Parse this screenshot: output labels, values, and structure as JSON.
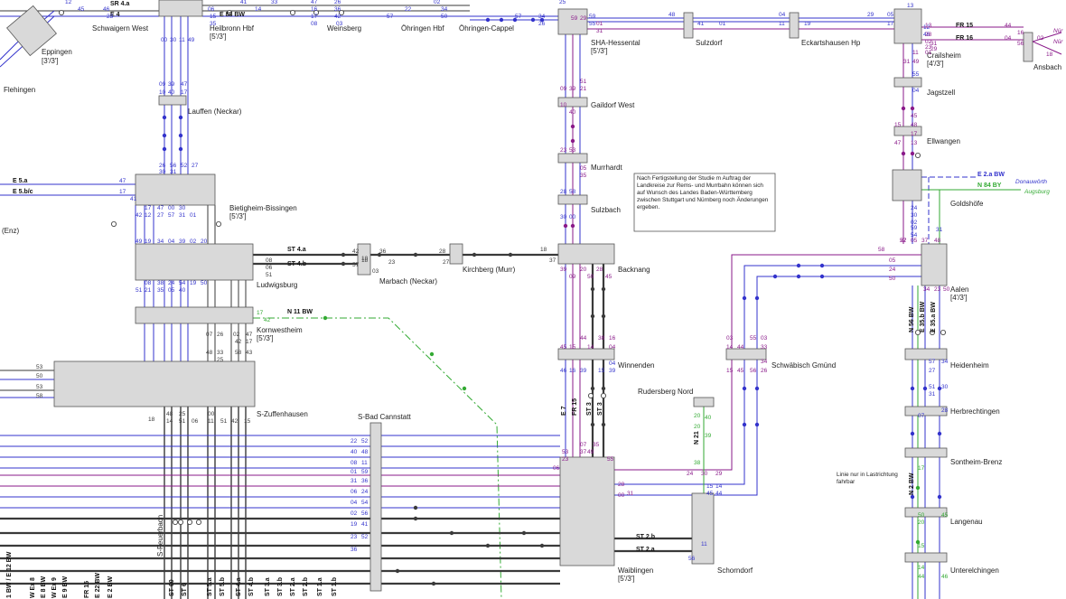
{
  "colors": {
    "blue": "#3333cc",
    "purple": "#8a1a8a",
    "green": "#33aa33",
    "dark": "#3a3a3a",
    "box": "#d9d9d9",
    "black": "#000000"
  },
  "stations": {
    "schwaigern_west": "Schwaigern West",
    "heilbronn": "Heilbronn Hbf",
    "heilbronn_sub": "[5'/3']",
    "weinsberg": "Weinsberg",
    "oehringen": "Öhringen Hbf",
    "oehringen_cappel": "Öhringen-Cappel",
    "sha": "SHA-Hessental",
    "sha_sub": "[5'/3']",
    "sulzdorf": "Sulzdorf",
    "eckartshausen": "Eckartshausen Hp",
    "crailsheim": "Crailsheim",
    "crailsheim_sub": "[4'/3']",
    "ansbach": "Ansbach",
    "eppingen": "Eppingen",
    "eppingen_sub": "[3'/3']",
    "flehingen": "Flehingen",
    "lauffen": "Lauffen (Neckar)",
    "gaildorf": "Gaildorf West",
    "jagstzell": "Jagstzell",
    "ellwangen": "Ellwangen",
    "murrhardt": "Murrhardt",
    "sulzbach": "Sulzbach",
    "goldshoefe": "Goldshöfe",
    "bietigheim": "Bietigheim-Bissingen",
    "bietigheim_sub": "[5'/3']",
    "enz": "(Enz)",
    "backnang": "Backnang",
    "marbach": "Marbach (Neckar)",
    "kirchberg": "Kirchberg (Murr)",
    "ludwigsburg": "Ludwigsburg",
    "aalen": "Aalen",
    "aalen_sub": "[4'/3']",
    "kornwestheim": "Kornwestheim",
    "kornwestheim_sub": "[5'/3']",
    "winnenden": "Winnenden",
    "schwaebisch_gmuend": "Schwäbisch Gmünd",
    "heidenheim": "Heidenheim",
    "zuffenhausen": "S-Zuffenhausen",
    "rudersberg": "Rudersberg Nord",
    "herbrechtingen": "Herbrechtingen",
    "bad_cannstatt": "S-Bad Cannstatt",
    "sontheim": "Sontheim-Brenz",
    "langenau": "Langenau",
    "waiblingen": "Waiblingen",
    "waiblingen_sub": "[5'/3']",
    "schorndorf": "Schorndorf",
    "unterelchingen": "Unterelchingen",
    "feuerbach": "S-Feuerbach"
  },
  "lines": {
    "sr4a": "SR 4.a",
    "e4": "E 4",
    "e88bw": "E 88 BW",
    "fr15": "FR 15",
    "fr16": "FR 16",
    "e5a": "E 5.a",
    "e5bc": "E 5.b/c",
    "st4a": "ST 4.a",
    "st4b": "ST 4.b",
    "e2abw": "E 2.a BW",
    "n84by": "N 84 BY",
    "n11bw": "N 11 BW",
    "e7": "E 7",
    "st3": "ST 3",
    "st2b": "ST 2.b",
    "st2a": "ST 2.a",
    "n21": "N 21",
    "n56bw": "N 56 BW",
    "e35b": "E 35.b BW",
    "e35a": "E 35.a BW",
    "st60": "ST 60",
    "st6": "ST 6",
    "st5a": "ST 5.a",
    "st5b": "ST 5.b",
    "st4a_v": "ST 4.a",
    "st4b_v": "ST 4.b",
    "st3a": "ST 3.a",
    "st3b": "ST 3.b",
    "st2a_v": "ST 2.a",
    "st2b_v": "ST 2.b",
    "st1a": "ST 1.a",
    "st1b": "ST 1.b",
    "ex8": "W Ex 8",
    "ex9": "W Ex 9",
    "e8bw": "E 8 BW",
    "e9bw": "E 9 BW",
    "e12bw": "1 BW / E 12 BW",
    "e22bw": "E 22 BW",
    "e2bw": "E 2 BW",
    "fr15v": "FR 15",
    "n2bw": "N 2 BW"
  },
  "destinations": {
    "nuernberg1": "Nür",
    "nuernberg2": "Nür",
    "donauwoerth": "Donauwörth",
    "augsburg": "Augsburg"
  },
  "notes": {
    "study": "Nach Fertigstellung der Studie m Auftrag der Landkreise zur Rems- und Murrbahn können sich auf Wunsch des Landes Baden-Württemberg zwischen Stuttgart und Nürnberg noch Änderungen ergeben.",
    "last": "Linie nur in Lastrichtung fahrbar"
  },
  "track_numbers": {
    "heil_cols": [
      "00",
      "30",
      "11",
      "49"
    ],
    "heil_top": [
      "15",
      "35"
    ],
    "heil_mid": [
      "09",
      "39",
      "10",
      "40",
      "47",
      "17"
    ],
    "heil_low": [
      "26",
      "56",
      "30",
      "31",
      "52",
      "27"
    ],
    "bb_a": [
      "17",
      "47",
      "00",
      "30"
    ],
    "bb_b": [
      "42",
      "12",
      "27",
      "57",
      "31",
      "01"
    ],
    "bb_c": [
      "49",
      "19",
      "34",
      "04",
      "39",
      "02",
      "20"
    ],
    "lb_a": [
      "08",
      "38",
      "24",
      "54",
      "19",
      "50"
    ],
    "lb_b": [
      "51",
      "21",
      "35",
      "05",
      "40"
    ],
    "sha_cols": [
      "59",
      "29",
      "01",
      "31"
    ],
    "gail": [
      "09",
      "39",
      "10",
      "40",
      "51",
      "21"
    ],
    "murr": [
      "23",
      "53",
      "05",
      "35"
    ],
    "sulz": [
      "28",
      "58",
      "30",
      "00"
    ],
    "backnang_in": [
      "18",
      "37"
    ],
    "bk_cols": [
      "39",
      "09",
      "20",
      "50",
      "28",
      "45"
    ],
    "win": [
      "45",
      "15",
      "44",
      "14",
      "38",
      "16",
      "04"
    ],
    "win_b": [
      "46",
      "16",
      "39",
      "15",
      "39",
      "04"
    ],
    "cannstatt": [
      "22",
      "52",
      "40",
      "48",
      "08",
      "11",
      "01",
      "59",
      "31",
      "36",
      "06",
      "24",
      "04",
      "54",
      "02",
      "56",
      "19",
      "41",
      "23",
      "52",
      "36"
    ],
    "crail": [
      "13",
      "28",
      "02",
      "23",
      "31",
      "29",
      "11",
      "01"
    ],
    "crail_b": [
      "31",
      "49"
    ],
    "jag": [
      "55",
      "04"
    ],
    "ell": [
      "15",
      "45",
      "48",
      "47",
      "13",
      "17"
    ],
    "gold": [
      "24",
      "30",
      "59",
      "54",
      "02",
      "31"
    ],
    "aalen": [
      "58",
      "05",
      "24",
      "50",
      "22",
      "57",
      "05",
      "37",
      "48",
      "23",
      "34",
      "50"
    ],
    "heid": [
      "57",
      "27",
      "34",
      "51",
      "31",
      "30",
      "07",
      "28"
    ],
    "sg": [
      "14",
      "44",
      "55",
      "03",
      "33",
      "15",
      "45",
      "56",
      "26",
      "03",
      "34"
    ],
    "waib": [
      "06",
      "53",
      "23",
      "07",
      "37",
      "49",
      "35",
      "28",
      "31",
      "00",
      "55",
      "24",
      "30",
      "29"
    ],
    "schorn": [
      "15",
      "45",
      "14",
      "44",
      "56",
      "11"
    ],
    "kw": [
      "48",
      "33",
      "58",
      "43",
      "25",
      "07",
      "26",
      "02",
      "47",
      "17",
      "42"
    ],
    "zuff": [
      "14",
      "51",
      "06",
      "11",
      "51",
      "42",
      "15",
      "48",
      "25",
      "00",
      "53",
      "18",
      "50",
      "53",
      "58"
    ],
    "east_top": [
      "59",
      "55",
      "48",
      "41",
      "01",
      "04",
      "11",
      "19",
      "29",
      "05",
      "17",
      "12",
      "46"
    ],
    "fr_nums": [
      "44",
      "04",
      "16",
      "56",
      "02",
      "18"
    ],
    "e5_nums": [
      "47",
      "17",
      "41"
    ],
    "st4_nums": [
      "42",
      "57",
      "18",
      "08",
      "06",
      "28",
      "27",
      "36",
      "23",
      "03",
      "18",
      "51"
    ],
    "n11": [
      "17",
      "42"
    ],
    "rud": [
      "20",
      "20",
      "38",
      "39",
      "40"
    ],
    "ue": [
      "50",
      "20",
      "14",
      "44",
      "15",
      "17",
      "45",
      "46"
    ],
    "misc_top": [
      "12",
      "45",
      "46",
      "23",
      "06",
      "41",
      "14",
      "33",
      "16",
      "17",
      "47",
      "08",
      "26",
      "36",
      "42",
      "03",
      "57",
      "22",
      "34",
      "50",
      "02",
      "57",
      "34",
      "26",
      "25",
      "13"
    ]
  }
}
